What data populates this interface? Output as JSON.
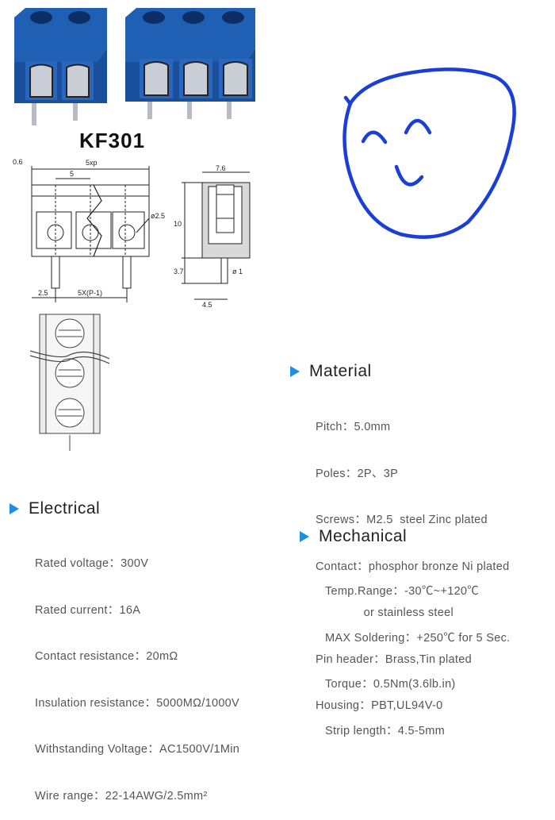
{
  "product": {
    "model": "KF301"
  },
  "drawing_labels": {
    "d06": "0.6",
    "d5xp": "5xp",
    "d5": "5",
    "d25dia": "ø2.5",
    "d25": "2.5",
    "d5xp1": "5X(P-1)",
    "d76": "7.6",
    "d10": "10",
    "d37": "3.7",
    "d1dia": "ø 1",
    "d45": "4.5"
  },
  "material": {
    "title": "Material",
    "lines": [
      "Pitch：5.0mm",
      "Poles：2P、3P",
      "Screws：M2.5  steel Zinc plated",
      "Contact：phosphor bronze Ni plated",
      "              or stainless steel",
      "Pin header：Brass,Tin plated",
      "Housing：PBT,UL94V-0"
    ]
  },
  "electrical": {
    "title": "Electrical",
    "lines": [
      "Rated voltage：300V",
      "Rated current：16A",
      "Contact resistance：20mΩ",
      "Insulation resistance：5000MΩ/1000V",
      "Withstanding Voltage：AC1500V/1Min",
      "Wire range：22-14AWG/2.5mm²"
    ]
  },
  "mechanical": {
    "title": "Mechanical",
    "lines": [
      "Temp.Range：-30℃~+120℃",
      "MAX Soldering：+250℃ for 5 Sec.",
      "Torque：0.5Nm(3.6lb.in)",
      "Strip length：4.5-5mm"
    ]
  },
  "colors": {
    "connector_blue": "#1f5fb4",
    "face_stroke": "#1b3fd6",
    "accent_arrow": "#1e8fe0"
  }
}
